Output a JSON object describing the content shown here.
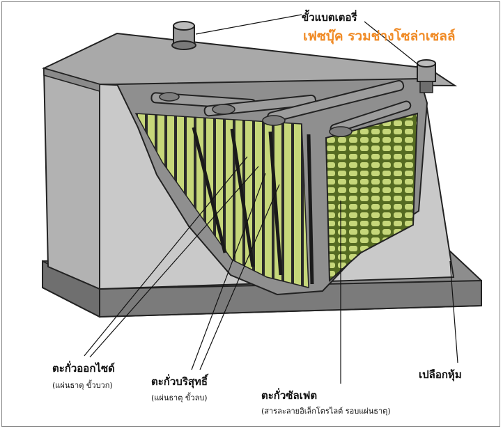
{
  "labels": {
    "terminal": "ขั้วแบตเตอรี่",
    "watermark": "เฟซบุ๊ค รวมช่างโซล่าเซลล์",
    "positive_plate": "ตะกั่วออกไซด์",
    "positive_plate_sub": "(แผ่นธาตุ ขั้วบวก)",
    "negative_plate": "ตะกั่วบริสุทธิ์",
    "negative_plate_sub": "(แผ่นธาตุ ขั้วลบ)",
    "electrolyte": "ตะกั่วซัลเฟต",
    "electrolyte_sub": "(สารละลายอิเล็กโตรไลต์ รอบแผ่นธาตุ)",
    "casing": "เปลือกหุ้ม"
  },
  "colors": {
    "casing_gray": "#c9c9c9",
    "lid_gray": "#a9a9a9",
    "plate_green": "#c6d77a",
    "plate_dark": "#2a2a2a",
    "brand_orange": "#f08a24"
  }
}
